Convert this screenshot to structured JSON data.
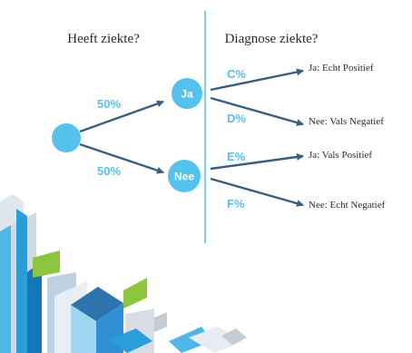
{
  "headers": {
    "left": "Heeft ziekte?",
    "right": "Diagnose ziekte?"
  },
  "nodes": {
    "yes": "Ja",
    "no": "Nee"
  },
  "probabilities": {
    "root_to_yes": "50%",
    "root_to_no": "50%",
    "yes_to_true_positive": "C%",
    "yes_to_false_negative": "D%",
    "no_to_false_positive": "E%",
    "no_to_true_negative": "F%"
  },
  "outcomes": {
    "true_positive": "Ja: Echt Positief",
    "false_negative": "Nee: Vals Negatief",
    "false_positive": "Ja: Vals Positief",
    "true_negative": "Nee: Echt Negatief"
  },
  "colors": {
    "node": "#55c2ee",
    "arrow": "#3a5f7d",
    "divider": "#55c2ee"
  }
}
